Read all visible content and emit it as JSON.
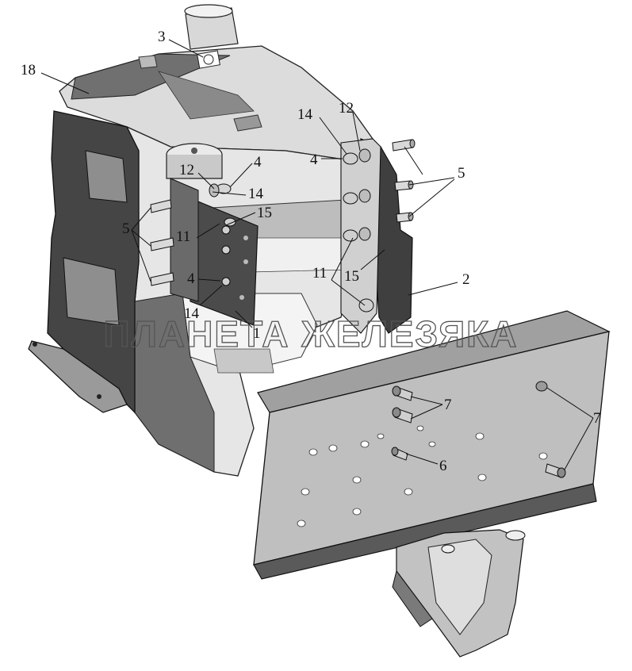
{
  "watermark": "ПЛАНЕТА ЖЕЛЕЗЯКА",
  "callouts": {
    "c1": "1",
    "c2": "2",
    "c3": "3",
    "c4a": "4",
    "c4b": "4",
    "c4c": "4",
    "c5a": "5",
    "c5b": "5",
    "c6": "6",
    "c7a": "7",
    "c7b": "7",
    "c11a": "11",
    "c11b": "11",
    "c12a": "12",
    "c12b": "12",
    "c14a": "14",
    "c14b": "14",
    "c14c": "14",
    "c15a": "15",
    "c15b": "15",
    "c18": "18"
  }
}
